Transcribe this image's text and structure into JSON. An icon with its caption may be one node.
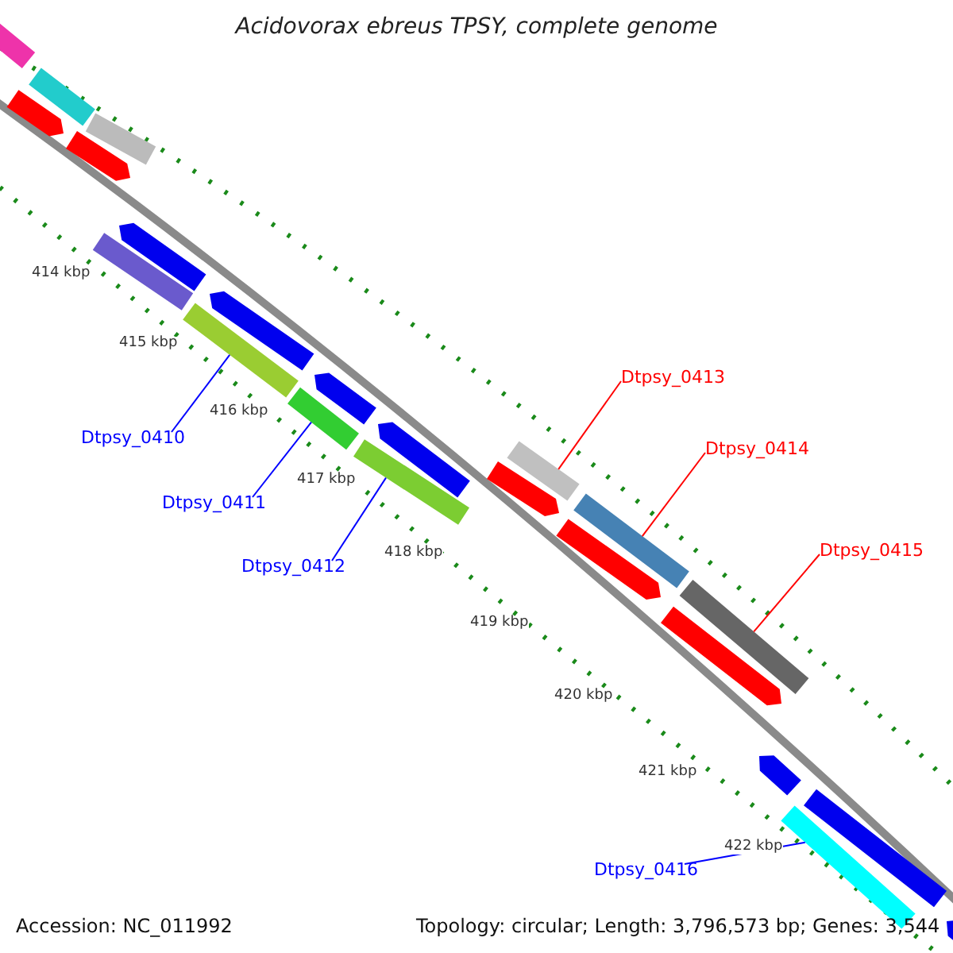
{
  "diagram": {
    "title": "Acidovorax ebreus TPSY, complete genome",
    "nodes": [
      {
        "text": [
          "Dtpsy_0410"
        ]
      },
      {
        "text": [],
        "shape": "bar"
      },
      {
        "text": [
          "Dtpsy_0411"
        ]
      },
      {
        "text": [],
        "shape": "bar"
      },
      {
        "text": [
          "Dtpsy_0412"
        ]
      },
      {
        "text": [],
        "shape": "bar"
      },
      {
        "text": [
          "Dtpsy_0413"
        ]
      },
      {
        "text": [],
        "shape": "bar"
      },
      {
        "text": [
          "Dtpsy_0414"
        ]
      },
      {
        "text": [],
        "shape": "bar"
      },
      {
        "text": [
          "Dtpsy_0415"
        ]
      },
      {
        "text": [],
        "shape": "bar"
      },
      {
        "text": [
          "Dtpsy_0416"
        ]
      },
      {
        "text": [],
        "shape": "bar"
      },
      {
        "text": [],
        "shape": "bar"
      },
      {
        "text": [],
        "shape": "bar"
      },
      {
        "text": [],
        "shape": "bar"
      },
      {
        "text": [],
        "shape": "bar"
      },
      {
        "text": [],
        "shape": "bar"
      },
      {
        "text": [],
        "shape": "bar"
      },
      {
        "text": [],
        "shape": "bar"
      },
      {
        "text": [],
        "shape": "bar"
      },
      {
        "text": [],
        "shape": "bar"
      },
      {
        "text": [],
        "shape": "bar"
      },
      {
        "text": [],
        "shape": "bar"
      },
      {
        "text": [],
        "shape": "bar"
      },
      {
        "text": [],
        "shape": "bar"
      },
      {
        "text": [],
        "shape": "bar"
      },
      {
        "text": [],
        "shape": "bar"
      },
      {
        "text": [],
        "shape": "bar"
      }
    ],
    "edges": [
      {
        "from": 0,
        "to": 1,
        "arrow": "none"
      },
      {
        "from": 2,
        "to": 3,
        "arrow": "none"
      },
      {
        "from": 4,
        "to": 5,
        "arrow": "none"
      },
      {
        "from": 6,
        "to": 7,
        "arrow": "none",
        "color": "#ff0000"
      },
      {
        "from": 8,
        "to": 9,
        "arrow": "none",
        "color": "#ff0000"
      },
      {
        "from": 10,
        "to": 11,
        "arrow": "none",
        "color": "#ff0000"
      },
      {
        "from": 12,
        "to": 13,
        "arrow": "none"
      }
    ],
    "labels": [
      "414 kbp",
      "415 kbp",
      "416 kbp",
      "417 kbp",
      "418 kbp",
      "419 kbp",
      "420 kbp",
      "421 kbp",
      "422 kbp",
      "Accession: NC_011992",
      "Topology: circular; Length: 3,796,573 bp; Genes: 3,544"
    ]
  }
}
